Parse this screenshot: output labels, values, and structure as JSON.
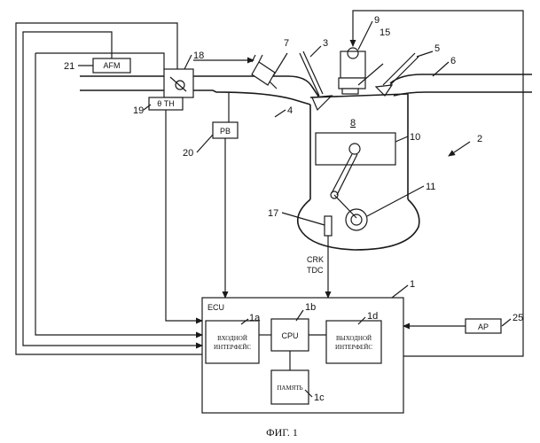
{
  "figure": {
    "caption": "ФИГ. 1",
    "blocks": {
      "afm": "AFM",
      "theta_th": "θ TH",
      "pb": "PB",
      "ap": "AP",
      "ecu": "ECU",
      "cpu": "CPU",
      "input_interface": [
        "ВХОДНОЙ",
        "ИНТЕРФЕЙС"
      ],
      "output_interface": [
        "ВЫХОДНОЙ",
        "ИНТЕРФЕЙС"
      ],
      "memory": "ПАМЯТЬ"
    },
    "signals": {
      "crk": "CRK",
      "tdc": "TDC"
    },
    "reference_numerals": {
      "n1": "1",
      "n1a": "1a",
      "n1b": "1b",
      "n1c": "1c",
      "n1d": "1d",
      "n2": "2",
      "n3": "3",
      "n4": "4",
      "n5": "5",
      "n6": "6",
      "n7": "7",
      "n8": "8",
      "n9": "9",
      "n10": "10",
      "n11": "11",
      "n15": "15",
      "n17": "17",
      "n18": "18",
      "n19": "19",
      "n20": "20",
      "n21": "21",
      "n25": "25"
    }
  }
}
